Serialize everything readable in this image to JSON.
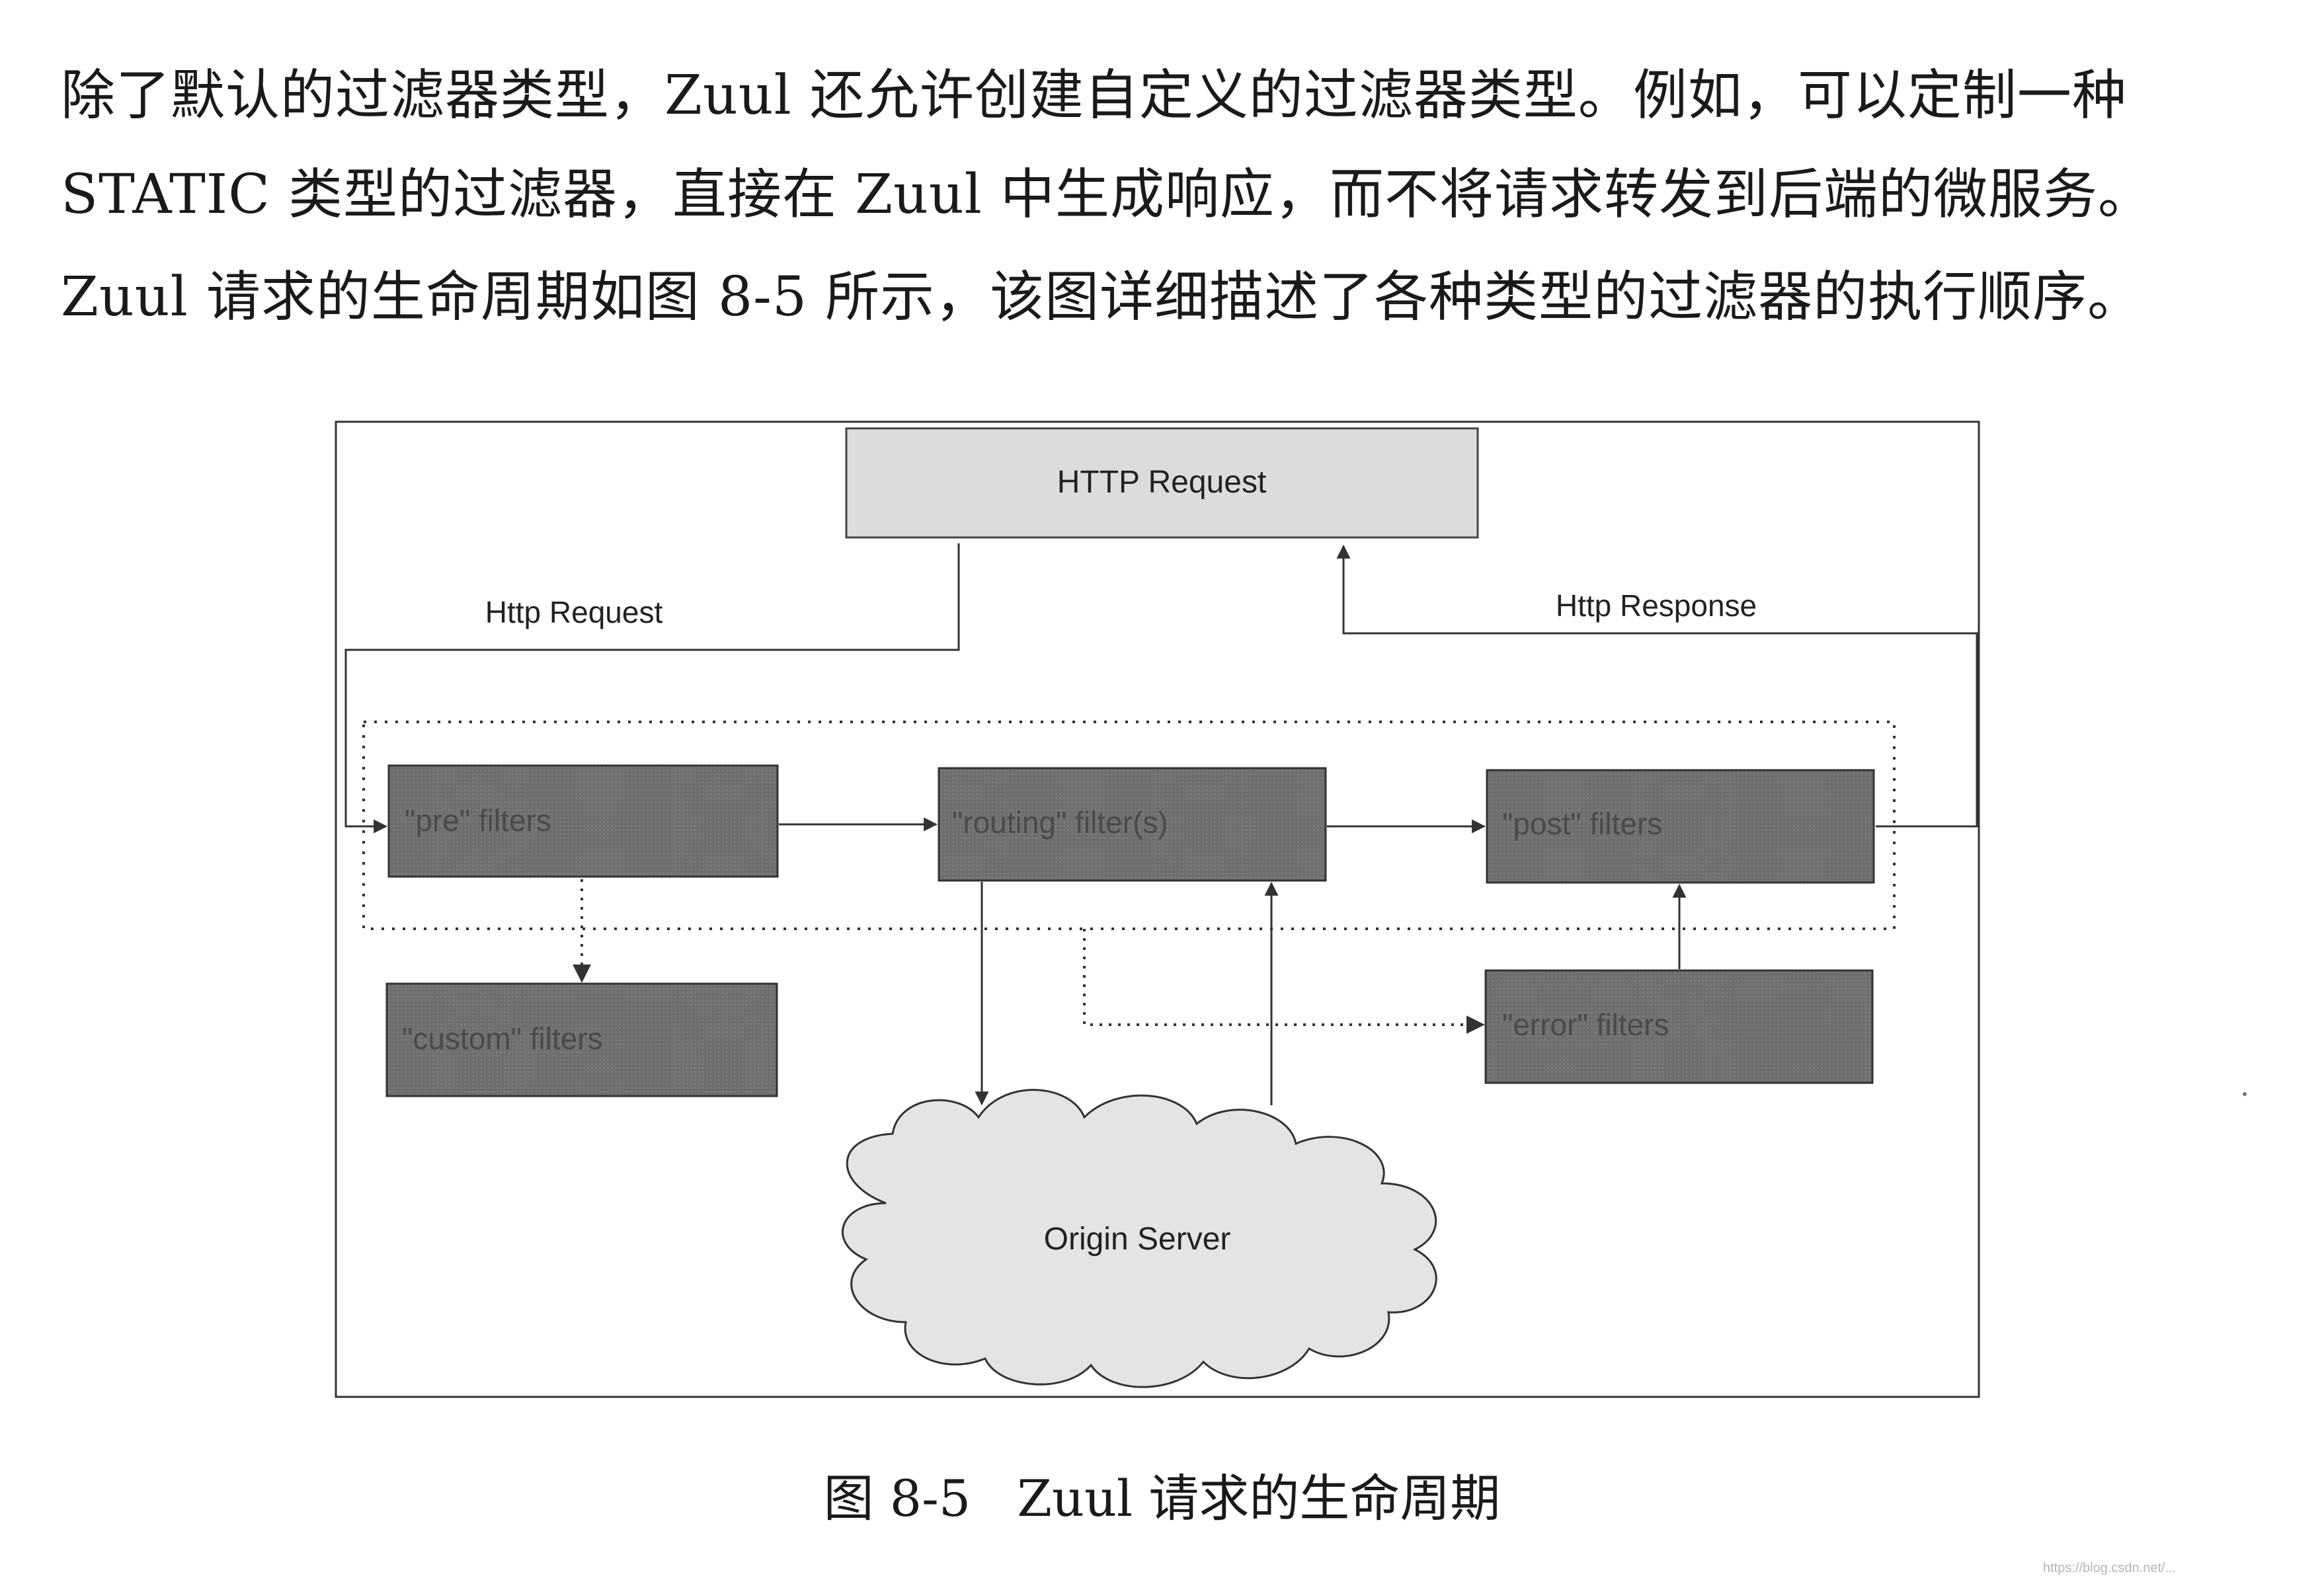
{
  "paragraphs": [
    [
      "除了默认的过滤器类型，Zuul 还允许创建自定义的过滤器类型。例如，可以定制一种",
      "STATIC 类型的过滤器，直接在 Zuul 中生成响应，而不将请求转发到后端的微服务。"
    ],
    [
      "Zuul 请求的生命周期如图 8-5 所示，该图详细描述了各种类型的过滤器的执行顺序。"
    ]
  ],
  "diagram": {
    "http_request_box": "HTTP Request",
    "label_http_request": "Http Request",
    "label_http_response": "Http Response",
    "pre_filters": "\"pre\" filters",
    "routing_filters": "\"routing\" filter(s)",
    "post_filters": "\"post\" filters",
    "custom_filters": "\"custom\" filters",
    "error_filters": "\"error\" filters",
    "origin_server": "Origin Server",
    "colors": {
      "request_box_fill": "#dcdcdc",
      "filter_box_fill": "#6e6e6e",
      "cloud_fill": "#e4e4e4",
      "stroke": "#333333"
    }
  },
  "caption": {
    "figure_number": "图 8-5",
    "title": "Zuul 请求的生命周期"
  },
  "watermark": "https://blog.csdn.net/..."
}
